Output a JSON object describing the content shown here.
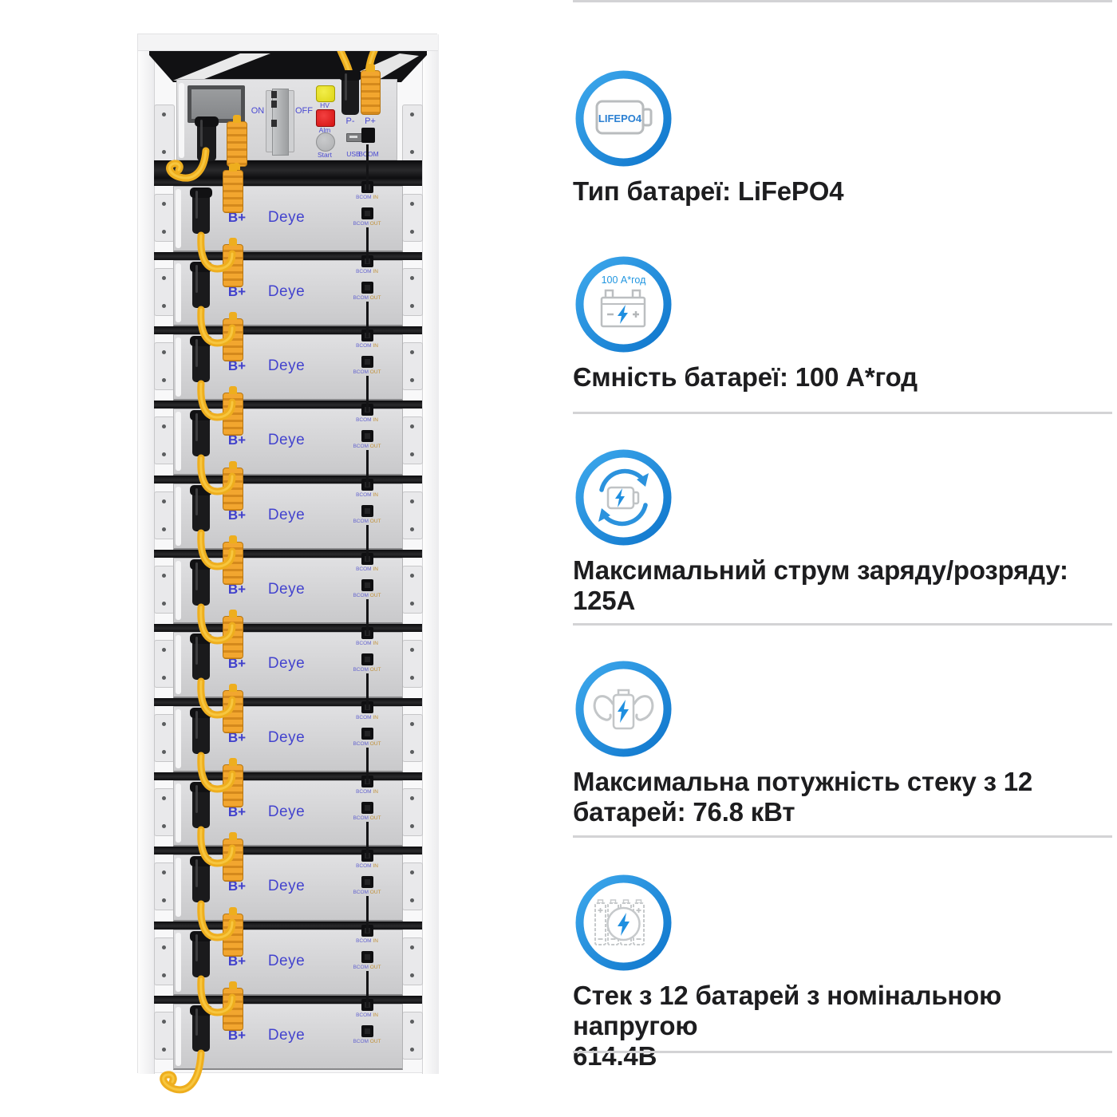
{
  "colors": {
    "accent_blue": "#1f8fe0",
    "ring_blue_light": "#3da8ec",
    "ring_blue_dark": "#0f76cc",
    "module_label_blue": "#4040cc",
    "cable_yellow": "#eeae1e",
    "connector_orange": "#f0a22c",
    "divider_gray": "#d3d3d5",
    "title_text": "#1d1d1f"
  },
  "rack": {
    "control": {
      "on": "ON",
      "off": "OFF",
      "hv": "HV",
      "alm": "Alm",
      "start": "Start",
      "usb": "USB",
      "bcom": "BCOM",
      "p_minus": "P-",
      "p_plus": "P+"
    },
    "modules": [
      {
        "positive": "B+",
        "brand": "Deye",
        "bcom": "BCOM",
        "in": "IN",
        "out": "OUT"
      },
      {
        "positive": "B+",
        "brand": "Deye",
        "bcom": "BCOM",
        "in": "IN",
        "out": "OUT"
      },
      {
        "positive": "B+",
        "brand": "Deye",
        "bcom": "BCOM",
        "in": "IN",
        "out": "OUT"
      },
      {
        "positive": "B+",
        "brand": "Deye",
        "bcom": "BCOM",
        "in": "IN",
        "out": "OUT"
      },
      {
        "positive": "B+",
        "brand": "Deye",
        "bcom": "BCOM",
        "in": "IN",
        "out": "OUT"
      },
      {
        "positive": "B+",
        "brand": "Deye",
        "bcom": "BCOM",
        "in": "IN",
        "out": "OUT"
      },
      {
        "positive": "B+",
        "brand": "Deye",
        "bcom": "BCOM",
        "in": "IN",
        "out": "OUT"
      },
      {
        "positive": "B+",
        "brand": "Deye",
        "bcom": "BCOM",
        "in": "IN",
        "out": "OUT"
      },
      {
        "positive": "B+",
        "brand": "Deye",
        "bcom": "BCOM",
        "in": "IN",
        "out": "OUT"
      },
      {
        "positive": "B+",
        "brand": "Deye",
        "bcom": "BCOM",
        "in": "IN",
        "out": "OUT"
      },
      {
        "positive": "B+",
        "brand": "Deye",
        "bcom": "BCOM",
        "in": "IN",
        "out": "OUT"
      },
      {
        "positive": "B+",
        "brand": "Deye",
        "bcom": "BCOM",
        "in": "IN",
        "out": "OUT"
      }
    ]
  },
  "features": [
    {
      "icon": "lifepo4-battery-icon",
      "icon_label": "LIFEPO4",
      "title": "Тип батареї: LiFePO4"
    },
    {
      "icon": "battery-capacity-icon",
      "icon_label": "100 А*год",
      "title": "Ємність батареї: 100 А*год"
    },
    {
      "icon": "charge-discharge-icon",
      "title": "Максимальний струм заряду/розряду:\n125А"
    },
    {
      "icon": "stack-power-icon",
      "title": "Максимальна потужність стеку з 12\nбатарей: 76.8 кВт"
    },
    {
      "icon": "stack-voltage-icon",
      "title": "Стек з 12 батарей з номінальною напругою\n614.4В"
    }
  ]
}
